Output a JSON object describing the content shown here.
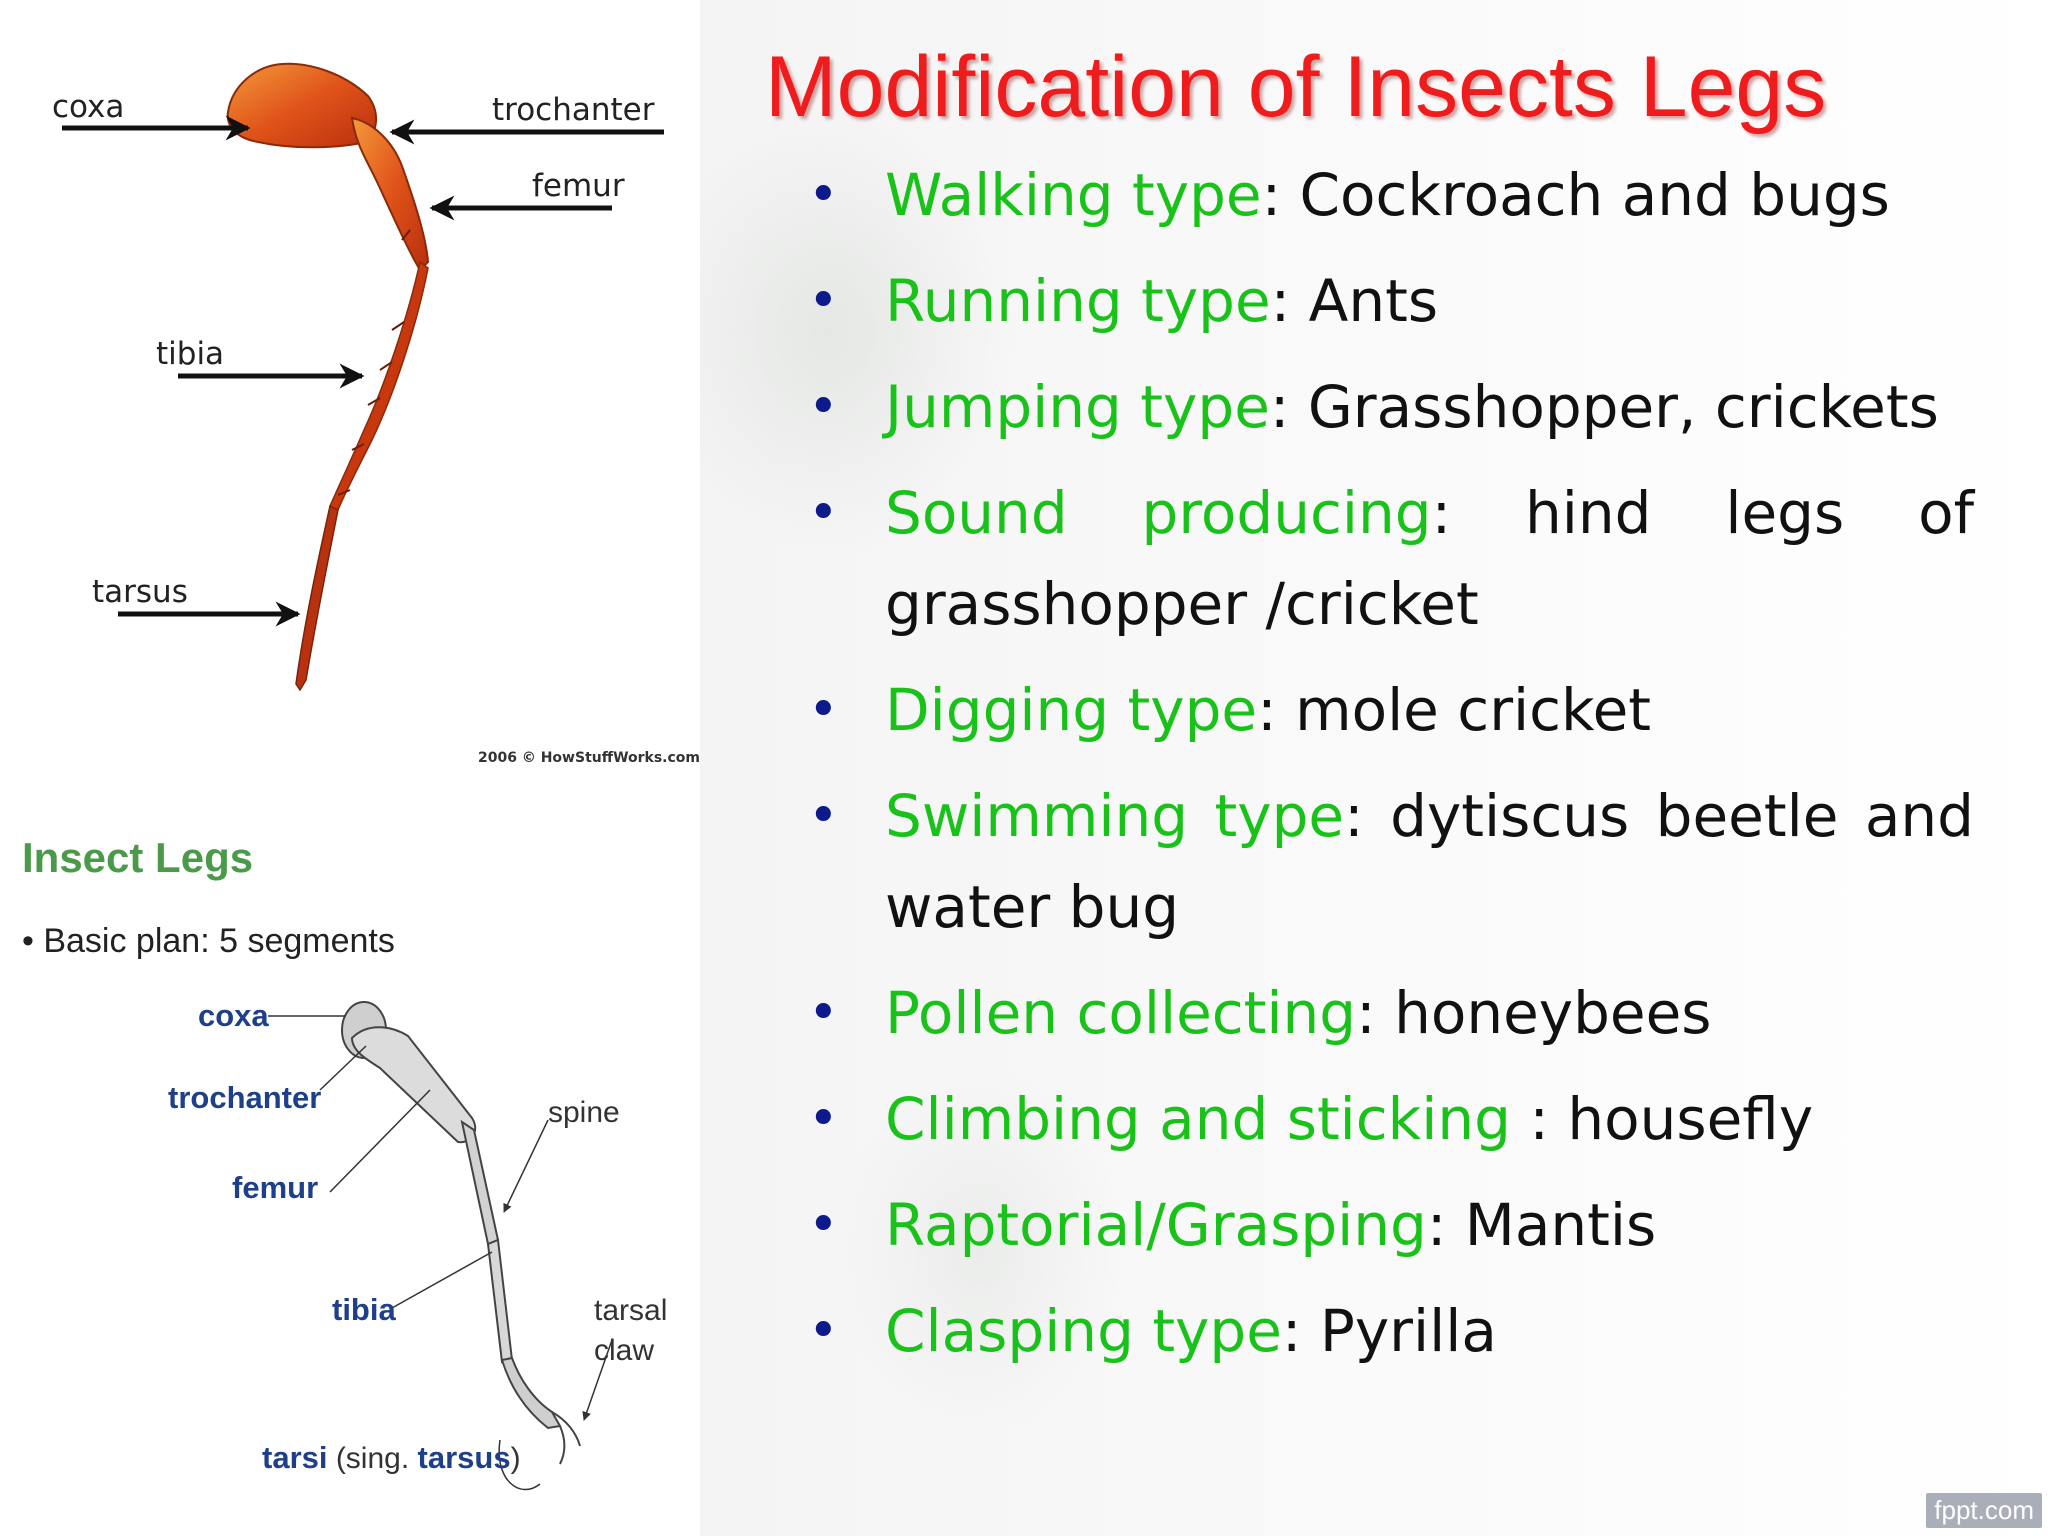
{
  "slide": {
    "title": "Modification of Insects Legs",
    "bullets": [
      {
        "term": "Walking type",
        "rest": ": Cockroach and bugs"
      },
      {
        "term": "Running type",
        "rest": ": Ants"
      },
      {
        "term": "Jumping type",
        "rest": ": Grasshopper, crickets"
      },
      {
        "term": "Sound producing",
        "rest": ": hind legs of grasshopper /cricket"
      },
      {
        "term": "Digging type",
        "rest": ": mole cricket"
      },
      {
        "term": "Swimming type",
        "rest": ": dytiscus beetle and water bug"
      },
      {
        "term": "Pollen collecting",
        "rest": ": honeybees"
      },
      {
        "term": "Climbing and sticking ",
        "rest": ": housefly"
      },
      {
        "term": "Raptorial/Grasping",
        "rest": ": Mantis"
      },
      {
        "term": "Clasping type",
        "rest": ": Pyrilla"
      }
    ]
  },
  "figure_top": {
    "labels": {
      "coxa": "coxa",
      "trochanter": "trochanter",
      "femur": "femur",
      "tibia": "tibia",
      "tarsus": "tarsus"
    },
    "credit": "2006 © HowStuffWorks.com"
  },
  "figure_bottom": {
    "title": "Insect Legs",
    "bullet": "• Basic plan: 5 segments",
    "labels": {
      "coxa": "coxa",
      "trochanter": "trochanter",
      "femur": "femur",
      "tibia": "tibia",
      "spine": "spine",
      "tarsal": "tarsal",
      "claw": "claw",
      "tarsi": "tarsi",
      "sing_open": " (sing. ",
      "tarsus": "tarsus",
      "sing_close": ")"
    }
  },
  "watermark": "fppt.com",
  "colors": {
    "title": "#ee1c1c",
    "term": "#19c219",
    "bullet": "#0c1a8c",
    "text": "#111111"
  }
}
